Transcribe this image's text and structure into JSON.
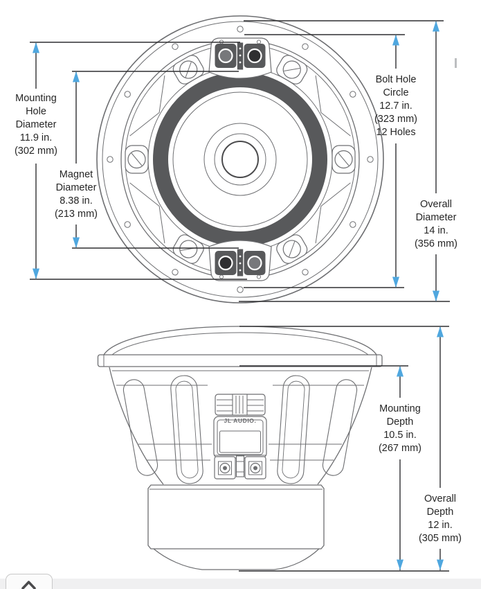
{
  "page": {
    "background": "#ffffff",
    "footer_background": "#f0f0f1"
  },
  "colors": {
    "arrow_blue": "#4FA7DF",
    "drawing_line": "#6d6e71",
    "dark_fill": "#58595b",
    "dimension_line": "#2e2e30",
    "text": "#262626"
  },
  "front_view": {
    "labels": {
      "mounting_hole": {
        "lines": [
          "Mounting",
          "Hole",
          "Diameter",
          "11.9 in.",
          "(302 mm)"
        ]
      },
      "magnet": {
        "lines": [
          "Magnet",
          "Diameter",
          "8.38 in.",
          "(213 mm)"
        ]
      },
      "bolt_hole": {
        "lines": [
          "Bolt Hole",
          "Circle",
          "12.7 in.",
          "(323 mm)",
          "12 Holes"
        ]
      },
      "overall_diameter": {
        "lines": [
          "Overall",
          "Diameter",
          "14 in.",
          "(356 mm)"
        ]
      }
    }
  },
  "side_view": {
    "logo": "JL AUDIO.",
    "labels": {
      "mounting_depth": {
        "lines": [
          "Mounting",
          "Depth",
          "10.5 in.",
          "(267 mm)"
        ]
      },
      "overall_depth": {
        "lines": [
          "Overall",
          "Depth",
          "12 in.",
          "(305 mm)"
        ]
      }
    }
  },
  "controls": {
    "scroll_top_icon": "chevron-up"
  }
}
